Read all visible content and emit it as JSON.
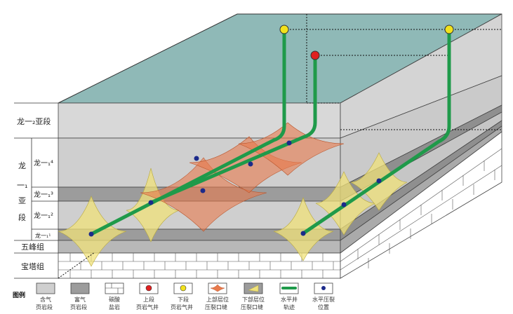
{
  "layers": {
    "long1_2": "龙一₂亚段",
    "long1_1_char": "龙",
    "long1_1_sub": "一₁",
    "long1_1_ya": "亚",
    "long1_1_duan": "段",
    "long1_4": "龙一₁⁴",
    "long1_3": "龙一₁³",
    "long1_2b": "龙一₁²",
    "long1_1": "龙一₁¹",
    "wufeng": "五峰组",
    "baota": "宝塔组"
  },
  "legend": {
    "title": "图例",
    "items": [
      {
        "line1": "含气",
        "line2": "页岩段"
      },
      {
        "line1": "富气",
        "line2": "页岩段"
      },
      {
        "line1": "碳酸",
        "line2": "盐岩"
      },
      {
        "line1": "上段",
        "line2": "页岩气井"
      },
      {
        "line1": "下段",
        "line2": "页岩气井"
      },
      {
        "line1": "上部层位",
        "line2": "压裂口缝"
      },
      {
        "line1": "下部层位",
        "line2": "压裂口缝"
      },
      {
        "line1": "水平井",
        "line2": "轨迹"
      },
      {
        "line1": "水平压裂",
        "line2": "位置"
      }
    ]
  },
  "colors": {
    "top_surface": "#8fb9b7",
    "gas_shale": "#cfcfcf",
    "rich_gas_shale": "#9c9c9c",
    "upper_frac": "#e87a4c",
    "lower_frac": "#f0e27a",
    "well": "#1f9a4a",
    "upper_well_head": "#e02020",
    "lower_well_head": "#f2e21c",
    "frac_point": "#1c2a8a"
  }
}
